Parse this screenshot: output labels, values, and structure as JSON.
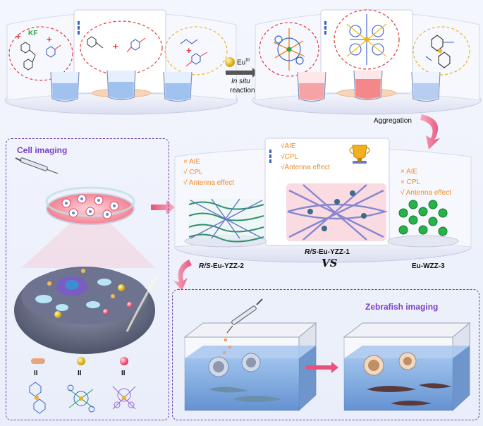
{
  "top": {
    "kf_label": "KF",
    "eu_label": "Eu",
    "eu_superscript": "III",
    "reaction_line1": "In situ",
    "reaction_line2": "reaction",
    "aggregation_label": "Aggregation"
  },
  "compounds": [
    {
      "name_prefix": "R/S",
      "name_suffix": "-Eu-YZZ-2",
      "properties": [
        "× AIE",
        "√ CPL",
        "√ Antenna effect"
      ]
    },
    {
      "name_prefix": "R/S",
      "name_suffix": "-Eu-YZZ-1",
      "properties": [
        "√AIE",
        "√CPL",
        "√Antenna effect"
      ]
    },
    {
      "name_prefix": "",
      "name_suffix": "Eu-WZZ-3",
      "properties": [
        "× AIE",
        "× CPL",
        "√ Antenna effect"
      ]
    }
  ],
  "vs_label": "VS",
  "panels": {
    "cell_imaging": "Cell imaging",
    "zebrafish_imaging": "Zebrafish imaging",
    "equals_sign": "II"
  },
  "colors": {
    "orange": "#f08a24",
    "blue": "#3a5bd0",
    "purple": "#7a3fc7",
    "pink_arrow": "#e8527a",
    "water": "#5b93d8"
  }
}
